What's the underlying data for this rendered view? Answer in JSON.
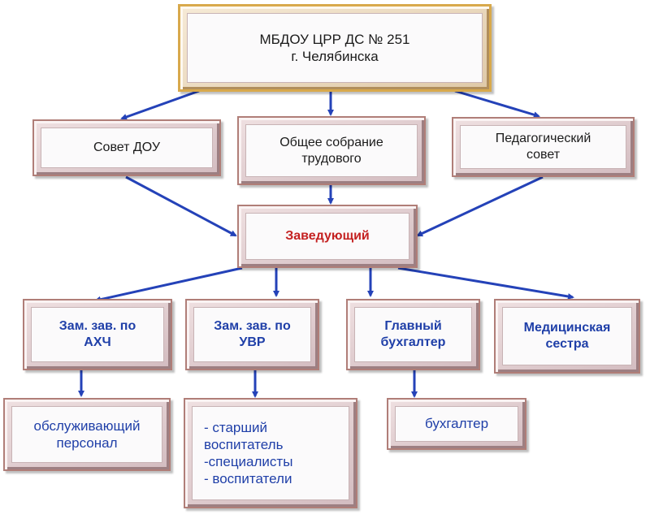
{
  "root": {
    "lines": [
      "МБДОУ ЦРР ДС № 251",
      "г. Челябинска"
    ]
  },
  "level1": [
    {
      "lines": [
        "Совет ДОУ"
      ]
    },
    {
      "lines": [
        "Общее собрание",
        "трудового"
      ]
    },
    {
      "lines": [
        "Педагогический",
        "совет"
      ]
    }
  ],
  "head": {
    "lines": [
      "Заведующий"
    ]
  },
  "level3": [
    {
      "lines": [
        "Зам. зав. по",
        "АХЧ"
      ]
    },
    {
      "lines": [
        "Зам. зав. по",
        "УВР"
      ]
    },
    {
      "lines": [
        "Главный",
        "бухгалтер"
      ]
    },
    {
      "lines": [
        "Медицинская",
        "сестра"
      ]
    }
  ],
  "level4": [
    {
      "lines": [
        "обслуживающий",
        "персонал"
      ]
    },
    {
      "lines": [
        "- старший",
        "воспитатель",
        "-специалисты",
        "- воспитатели"
      ]
    },
    {
      "lines": [
        "бухгалтер"
      ]
    }
  ],
  "colors": {
    "arrow": "#2442b8",
    "box_border": "#b07e78",
    "root_border": "#d8a94c",
    "label_blue": "#1f3fa8",
    "label_red": "#c42121",
    "label_dark": "#1b1b1b"
  }
}
